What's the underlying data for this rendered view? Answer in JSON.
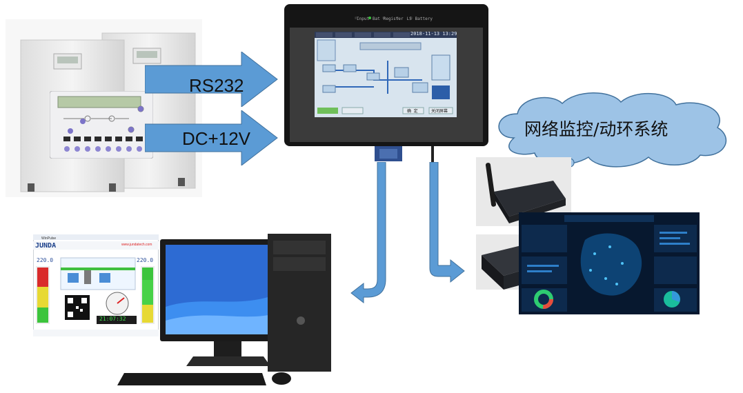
{
  "arrows": {
    "rs232_label": "RS232",
    "dc12v_label": "DC+12V"
  },
  "cloud": {
    "label": "网络监控/动环系统"
  },
  "touch_panel": {
    "indicators": [
      "Input",
      "Bat",
      "Register",
      "LS",
      "Battery"
    ],
    "date_time": "2018-11-13  13:29",
    "buttons": [
      "确 定",
      "关闭屏幕"
    ]
  },
  "software": {
    "window_title": "WinPulse",
    "brand": "JUNDA",
    "website": "www.jundatech.com",
    "reading_left": "220.0",
    "reading_right": "220.0",
    "clock": "21:07:32"
  },
  "colors": {
    "arrow_blue": "#5b9bd5",
    "cloud_blue": "#9dc3e6",
    "panel_dark": "#151515"
  },
  "icons": [
    "ups-cabinet-icon",
    "lcd-control-panel-icon",
    "touch-panel-device-icon",
    "desktop-computer-icon",
    "network-adapter-icon",
    "dashboard-screen-icon"
  ]
}
